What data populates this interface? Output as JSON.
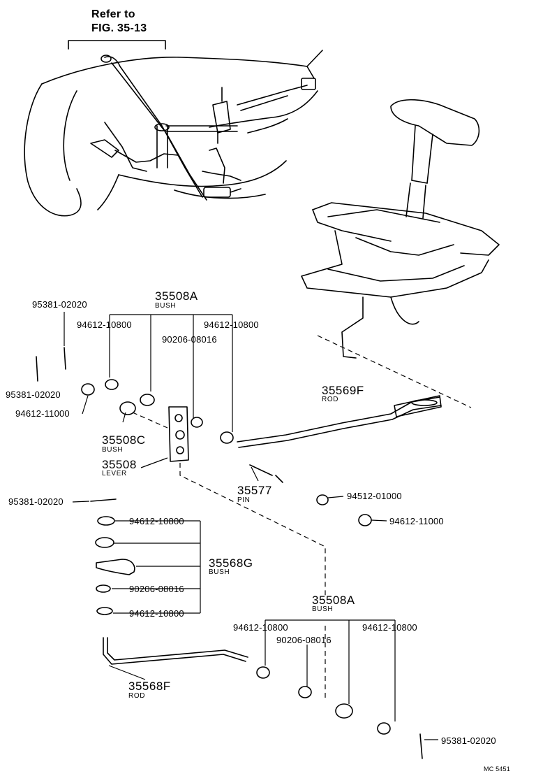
{
  "reference": {
    "line1": "Refer to",
    "line2": "FIG. 35-13"
  },
  "parts": {
    "bush_35508A_top": {
      "number": "35508A",
      "name": "BUSH"
    },
    "bush_35508A_bottom": {
      "number": "35508A",
      "name": "BUSH"
    },
    "bush_35508C": {
      "number": "35508C",
      "name": "BUSH"
    },
    "lever_35508": {
      "number": "35508",
      "name": "LEVER"
    },
    "rod_35569F": {
      "number": "35569F",
      "name": "ROD"
    },
    "pin_35577": {
      "number": "35577",
      "name": "PIN"
    },
    "bush_35568G": {
      "number": "35568G",
      "name": "BUSH"
    },
    "rod_35568F": {
      "number": "35568F",
      "name": "ROD"
    }
  },
  "callouts": {
    "c1": "95381-02020",
    "c2": "94612-10800",
    "c3": "90206-08016",
    "c4": "94612-10800",
    "c5": "95381-02020",
    "c6": "94612-11000",
    "c7": "95381-02020",
    "c8": "94512-01000",
    "c9": "94612-11000",
    "c10": "94612-10800",
    "c11": "90206-08016",
    "c12": "94612-10800",
    "c13": "94612-10800",
    "c14": "90206-08016",
    "c15": "94612-10800",
    "c16": "95381-02020"
  },
  "diagram_code": "MC 5451"
}
